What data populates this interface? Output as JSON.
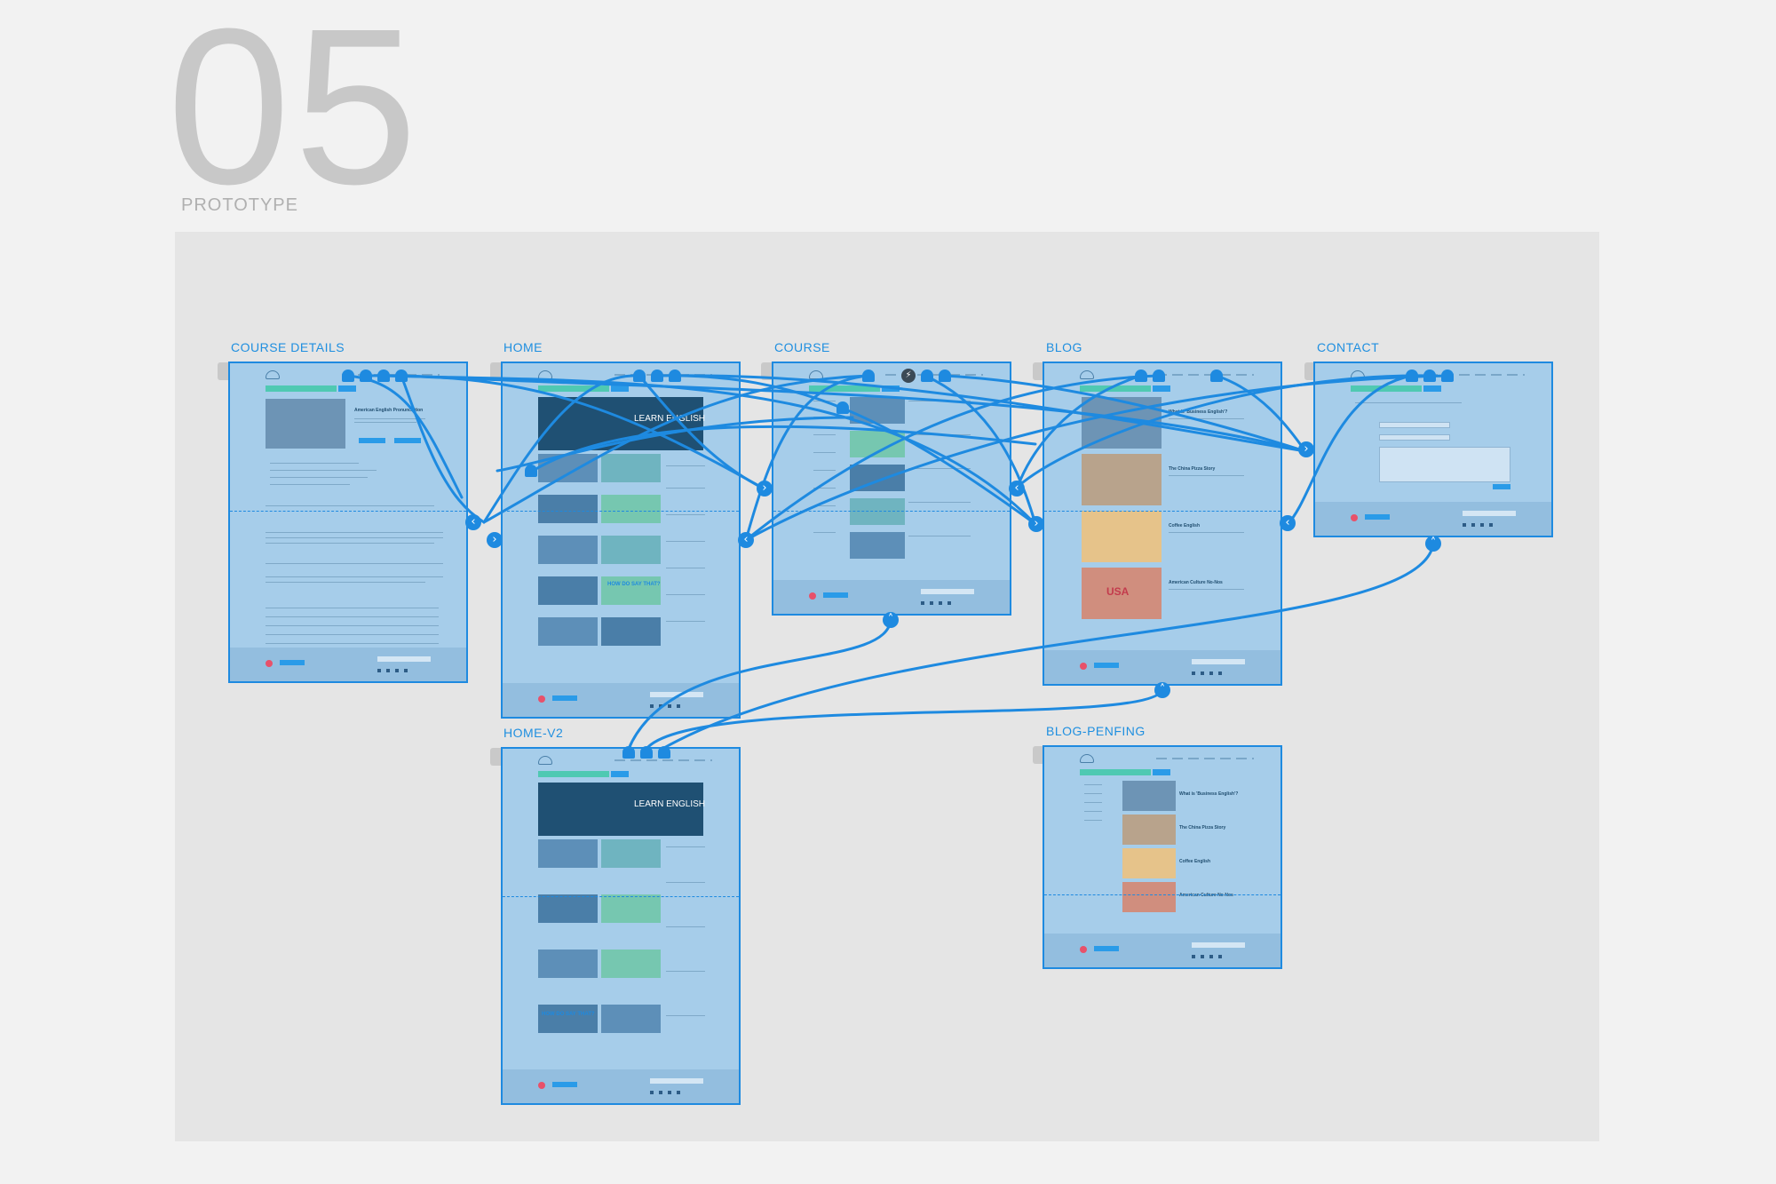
{
  "header": {
    "number": "05",
    "section": "PROTOTYPE"
  },
  "frames": {
    "course_details": "COURSE  DETAILS",
    "home": "HOME",
    "course": "COURSE",
    "blog": "BLOG",
    "contact": "CONTACT",
    "home_v2": "HOME-V2",
    "blog_penfing": "BLOG-PENFING"
  },
  "screens": {
    "hero_title": "LEARN ENGLISH",
    "course_title": "American English Pronunciation",
    "blog_post_1": "What is 'Business English'?",
    "blog_post_2": "The China Pizza Story",
    "blog_post_3": "Coffee English",
    "blog_post_4": "American Culture No-Nos",
    "thumb_usa": "USA",
    "thumb_how": "HOW DO SAY THAT?"
  },
  "colors": {
    "accent": "#1e8ae0",
    "overlay": "#a6cdea",
    "canvas": "#e5e5e5",
    "background": "#f2f2f2"
  }
}
